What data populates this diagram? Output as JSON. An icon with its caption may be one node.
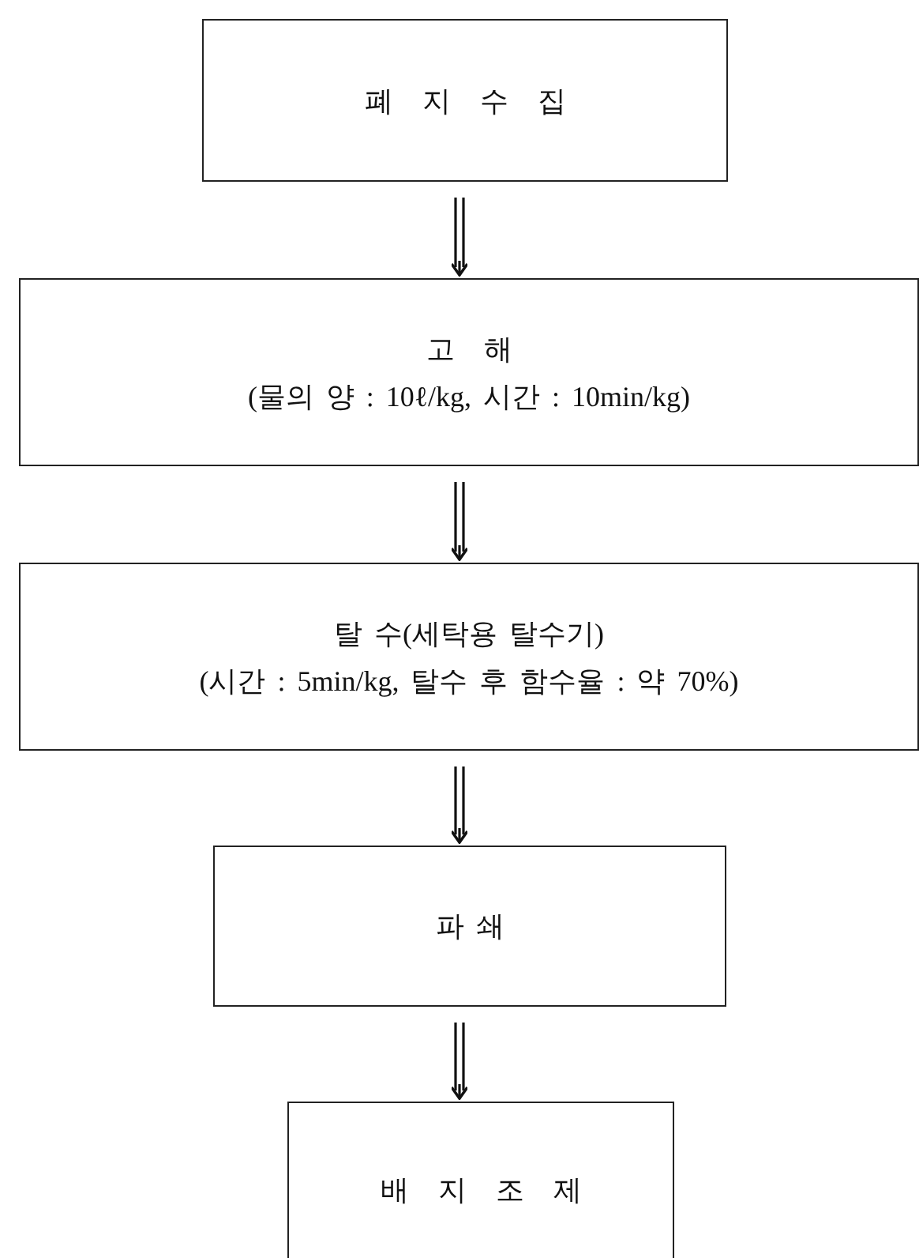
{
  "diagram": {
    "nodes": [
      {
        "text": [
          "폐 지 수 집"
        ]
      },
      {
        "text": [
          "고 해",
          "(물의 양 : 10ℓ/kg, 시간 : 10min/kg)"
        ]
      },
      {
        "text": [
          "탈 수(세탁용 탈수기)",
          "(시간 : 5min/kg, 탈수 후 함수율 : 약 70%)"
        ]
      },
      {
        "text": [
          "파 쇄"
        ]
      },
      {
        "text": [
          "배 지 조 제"
        ]
      }
    ],
    "edges": [
      {
        "from": 0,
        "to": 1,
        "arrow": "to"
      },
      {
        "from": 1,
        "to": 2,
        "arrow": "to"
      },
      {
        "from": 2,
        "to": 3,
        "arrow": "to"
      },
      {
        "from": 3,
        "to": 4,
        "arrow": "to"
      }
    ]
  }
}
